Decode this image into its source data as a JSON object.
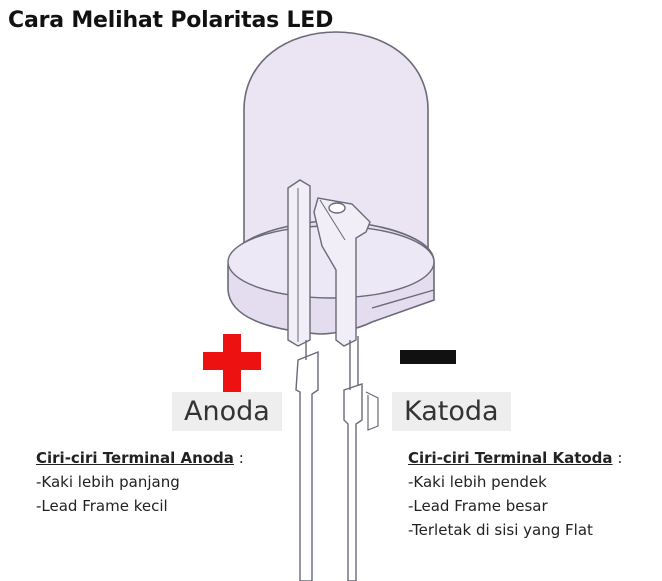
{
  "title": "Cara Melihat Polaritas LED",
  "anoda": {
    "symbol": "+",
    "label": "Anoda",
    "heading": "Ciri-ciri Terminal Anoda",
    "heading_suffix": " :",
    "items": [
      "-Kaki lebih panjang",
      "-Lead Frame kecil"
    ]
  },
  "katoda": {
    "symbol": "−",
    "label": "Katoda",
    "heading": "Ciri-ciri Terminal Katoda",
    "heading_suffix": " :",
    "items": [
      "-Kaki lebih pendek",
      "-Lead Frame besar",
      "-Terletak di sisi yang Flat"
    ]
  },
  "colors": {
    "plus": "#ee1111",
    "minus": "#111111",
    "led_fill": "#e8e2f2",
    "led_stroke": "#6a6a78",
    "label_bg": "#eeeeee"
  }
}
